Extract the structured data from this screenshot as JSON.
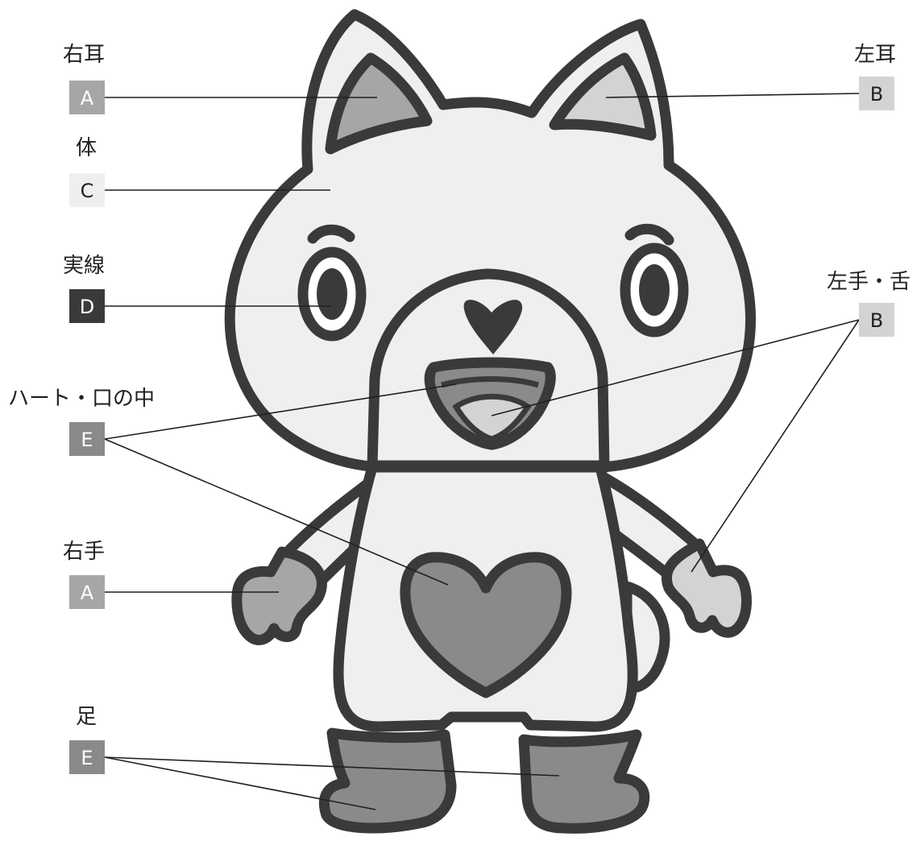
{
  "colors": {
    "A": "#a6a6a6",
    "B": "#d3d3d3",
    "C": "#efefef",
    "D": "#3a3a3a",
    "E": "#8a8a8a",
    "text_light": "#ffffff",
    "text_dark": "#231f20"
  },
  "labels": {
    "right_ear": {
      "title": "右耳",
      "code": "A"
    },
    "left_ear": {
      "title": "左耳",
      "code": "B"
    },
    "body": {
      "title": "体",
      "code": "C"
    },
    "outline": {
      "title": "実線",
      "code": "D"
    },
    "left_hand_tongue": {
      "title": "左手・舌",
      "code": "B"
    },
    "heart_mouth": {
      "title": "ハート・口の中",
      "code": "E"
    },
    "right_hand": {
      "title": "右手",
      "code": "A"
    },
    "feet": {
      "title": "足",
      "code": "E"
    }
  }
}
